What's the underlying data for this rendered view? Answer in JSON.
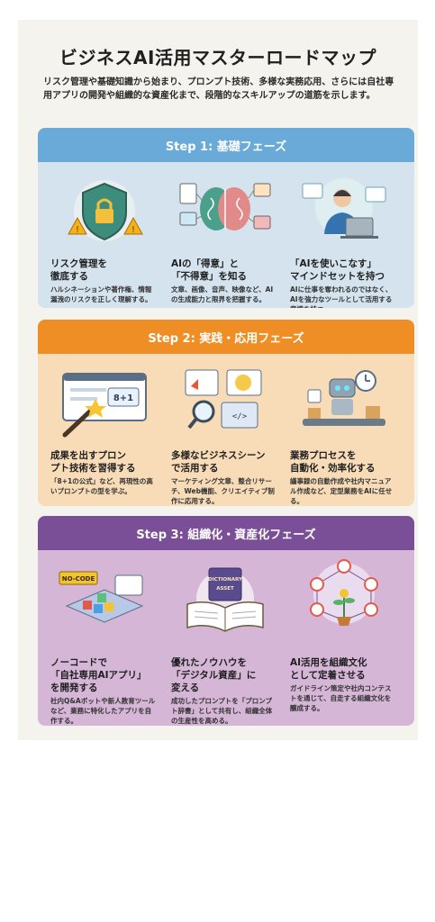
{
  "header": {
    "title": "ビジネスAI活用マスターロードマップ",
    "subtitle": "リスク管理や基礎知識から始まり、プロンプト技術、多様な実務応用、さらには自社専用アプリの開発や組織的な資産化まで、段階的なスキルアップの道筋を示します。"
  },
  "colors": {
    "step1": "#6aaad9",
    "step1_bg": "#d4e3ee",
    "step2": "#ef8e24",
    "step2_bg": "#f8dcb8",
    "step3": "#7b4f97",
    "step3_bg": "#d6b6d6"
  },
  "phases": [
    {
      "header": "Step 1: 基礎フェーズ",
      "items": [
        {
          "icon": "shield-lock-icon",
          "title": "リスク管理を\n徹底する",
          "desc": "ハルシネーションや著作権、情報漏洩のリスクを正しく理解する。"
        },
        {
          "icon": "brain-media-icon",
          "title": "AIの「得意」と\n「不得意」を知る",
          "desc": "文章、画像、音声、映像など、AIの生成能力と限界を把握する。"
        },
        {
          "icon": "person-laptop-icon",
          "title": "「AIを使いこなす」\nマインドセットを持つ",
          "desc": "AIに仕事を奪われるのではなく、AIを強力なツールとして活用する意識を持つ。"
        }
      ]
    },
    {
      "header": "Step 2: 実践・応用フェーズ",
      "items": [
        {
          "icon": "magic-wand-screen-icon",
          "title": "成果を出すプロン\nプト技術を習得する",
          "desc": "「8+1の公式」など、再現性の高いプロンプトの型を学ぶ。",
          "screen_text": "8+1"
        },
        {
          "icon": "business-scenes-icon",
          "title": "多様なビジネスシーン\nで活用する",
          "desc": "マーケティング文章、整合リサーチ、Web機能、クリエイティブ制作に応用する。"
        },
        {
          "icon": "robot-automation-icon",
          "title": "業務プロセスを\n自動化・効率化する",
          "desc": "議事録の自動作成や社内マニュアル作成など、定型業務をAIに任せる。"
        }
      ]
    },
    {
      "header": "Step 3: 組織化・資産化フェーズ",
      "items": [
        {
          "icon": "no-code-app-icon",
          "title": "ノーコードで\n「自社専用AIアプリ」\nを開発する",
          "desc": "社内Q&Aボットや新人教育ツールなど、業務に特化したアプリを自作する。",
          "sign_text": "NO-CODE"
        },
        {
          "icon": "prompt-dictionary-icon",
          "title": "優れたノウハウを\n「デジタル資産」に\n変える",
          "desc": "成功したプロンプトを「プロンプト辞書」として共有し、組織全体の生産性を高める。",
          "book_text_1": "DICTIONARY",
          "book_text_2": "ASSET"
        },
        {
          "icon": "organization-network-icon",
          "title": "AI活用を組織文化\nとして定着させる",
          "desc": "ガイドライン策定や社内コンテストを通じて、自走する組織文化を醸成する。"
        }
      ]
    }
  ]
}
